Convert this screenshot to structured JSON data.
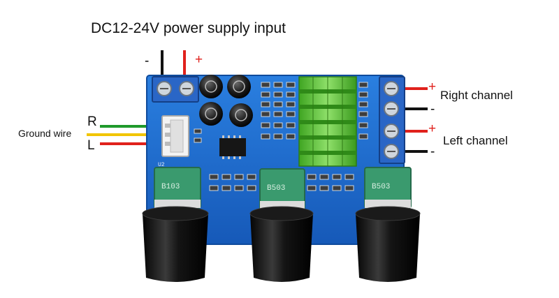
{
  "title": "DC12-24V power supply input",
  "power": {
    "minus": "-",
    "plus": "+"
  },
  "input": {
    "r": "R",
    "l": "L",
    "ground": "Ground wire"
  },
  "outputs": {
    "right_label": "Right channel",
    "left_label": "Left channel",
    "plus": "+",
    "minus": "-"
  },
  "pcb": {
    "silkscreen": [
      "U2"
    ],
    "pot_markings": [
      "B103",
      "B503",
      "B503"
    ]
  },
  "colors": {
    "board": "#1d6fd0",
    "wire_red": "#e0211c",
    "wire_yellow": "#f2c500",
    "wire_green": "#1f9a2b",
    "wire_black": "#111111",
    "heatsink": "#5cc238",
    "terminal": "#2a66c6",
    "pot_body": "#3a9a6e"
  }
}
